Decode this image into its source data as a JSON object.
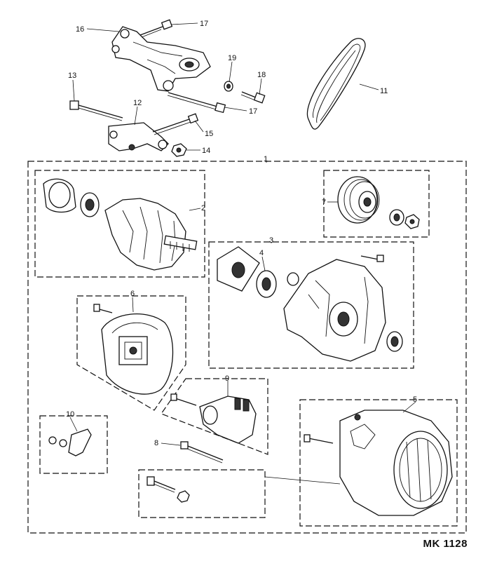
{
  "drawing_ref": "MK 1128",
  "callouts": {
    "c1": "1",
    "c2": "2",
    "c3": "3",
    "c4": "4",
    "c5": "5",
    "c6": "6",
    "c7": "7",
    "c8": "8",
    "c9": "9",
    "c10": "10",
    "c11": "11",
    "c12": "12",
    "c13": "13",
    "c14": "14",
    "c15": "15",
    "c16": "16",
    "c17a": "17",
    "c17b": "17",
    "c18": "18",
    "c19": "19"
  }
}
